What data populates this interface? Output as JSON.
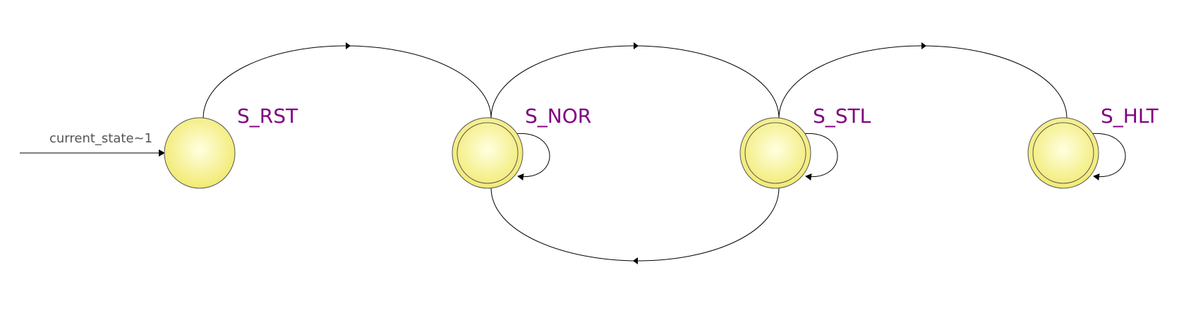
{
  "diagram": {
    "initial_transition_label": "current_state~1",
    "states": [
      {
        "id": "S_RST",
        "label": "S_RST",
        "accepting": false
      },
      {
        "id": "S_NOR",
        "label": "S_NOR",
        "accepting": true
      },
      {
        "id": "S_STL",
        "label": "S_STL",
        "accepting": true
      },
      {
        "id": "S_HLT",
        "label": "S_HLT",
        "accepting": true
      }
    ],
    "transitions": [
      {
        "from": "S_RST",
        "to": "S_NOR"
      },
      {
        "from": "S_NOR",
        "to": "S_NOR"
      },
      {
        "from": "S_NOR",
        "to": "S_STL"
      },
      {
        "from": "S_STL",
        "to": "S_NOR"
      },
      {
        "from": "S_STL",
        "to": "S_STL"
      },
      {
        "from": "S_STL",
        "to": "S_HLT"
      },
      {
        "from": "S_HLT",
        "to": "S_HLT"
      }
    ],
    "colors": {
      "state_fill_center": "#ffffe0",
      "state_fill_edge": "#f2ea72",
      "state_label": "#800080",
      "edge": "#000000"
    }
  }
}
